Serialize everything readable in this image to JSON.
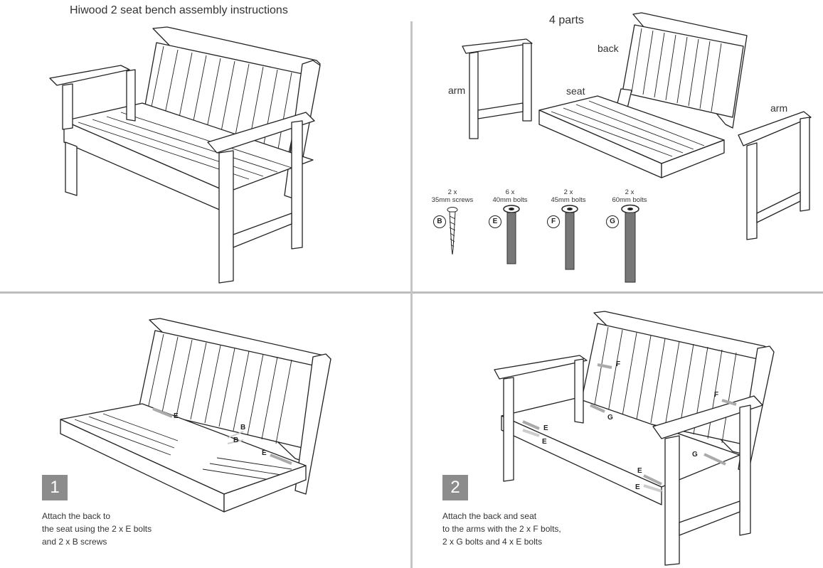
{
  "document": {
    "title": "Hiwood 2 seat bench assembly instructions"
  },
  "parts_panel": {
    "title": "4 parts",
    "labels": {
      "arm_left": "arm",
      "back": "back",
      "seat": "seat",
      "arm_right": "arm"
    }
  },
  "hardware": [
    {
      "letter": "B",
      "qty": "2 x",
      "desc": "35mm screws"
    },
    {
      "letter": "E",
      "qty": "6 x",
      "desc": "40mm bolts"
    },
    {
      "letter": "F",
      "qty": "2 x",
      "desc": "45mm bolts"
    },
    {
      "letter": "G",
      "qty": "2 x",
      "desc": "60mm bolts"
    }
  ],
  "steps": [
    {
      "number": "1",
      "lines": [
        "Attach the back to",
        "the seat using the 2 x E bolts",
        "and 2 x B screws"
      ],
      "callouts": [
        "E",
        "B",
        "B",
        "E"
      ]
    },
    {
      "number": "2",
      "lines": [
        "Attach the back and seat",
        "to the arms with the 2 x F bolts,",
        "2 x G bolts and 4 x E bolts"
      ],
      "callouts": [
        "F",
        "F",
        "G",
        "G",
        "E",
        "E",
        "E",
        "E"
      ]
    }
  ],
  "colors": {
    "badge_bg": "#8c8c8c",
    "divider": "#bdbdbd",
    "text": "#333333"
  }
}
